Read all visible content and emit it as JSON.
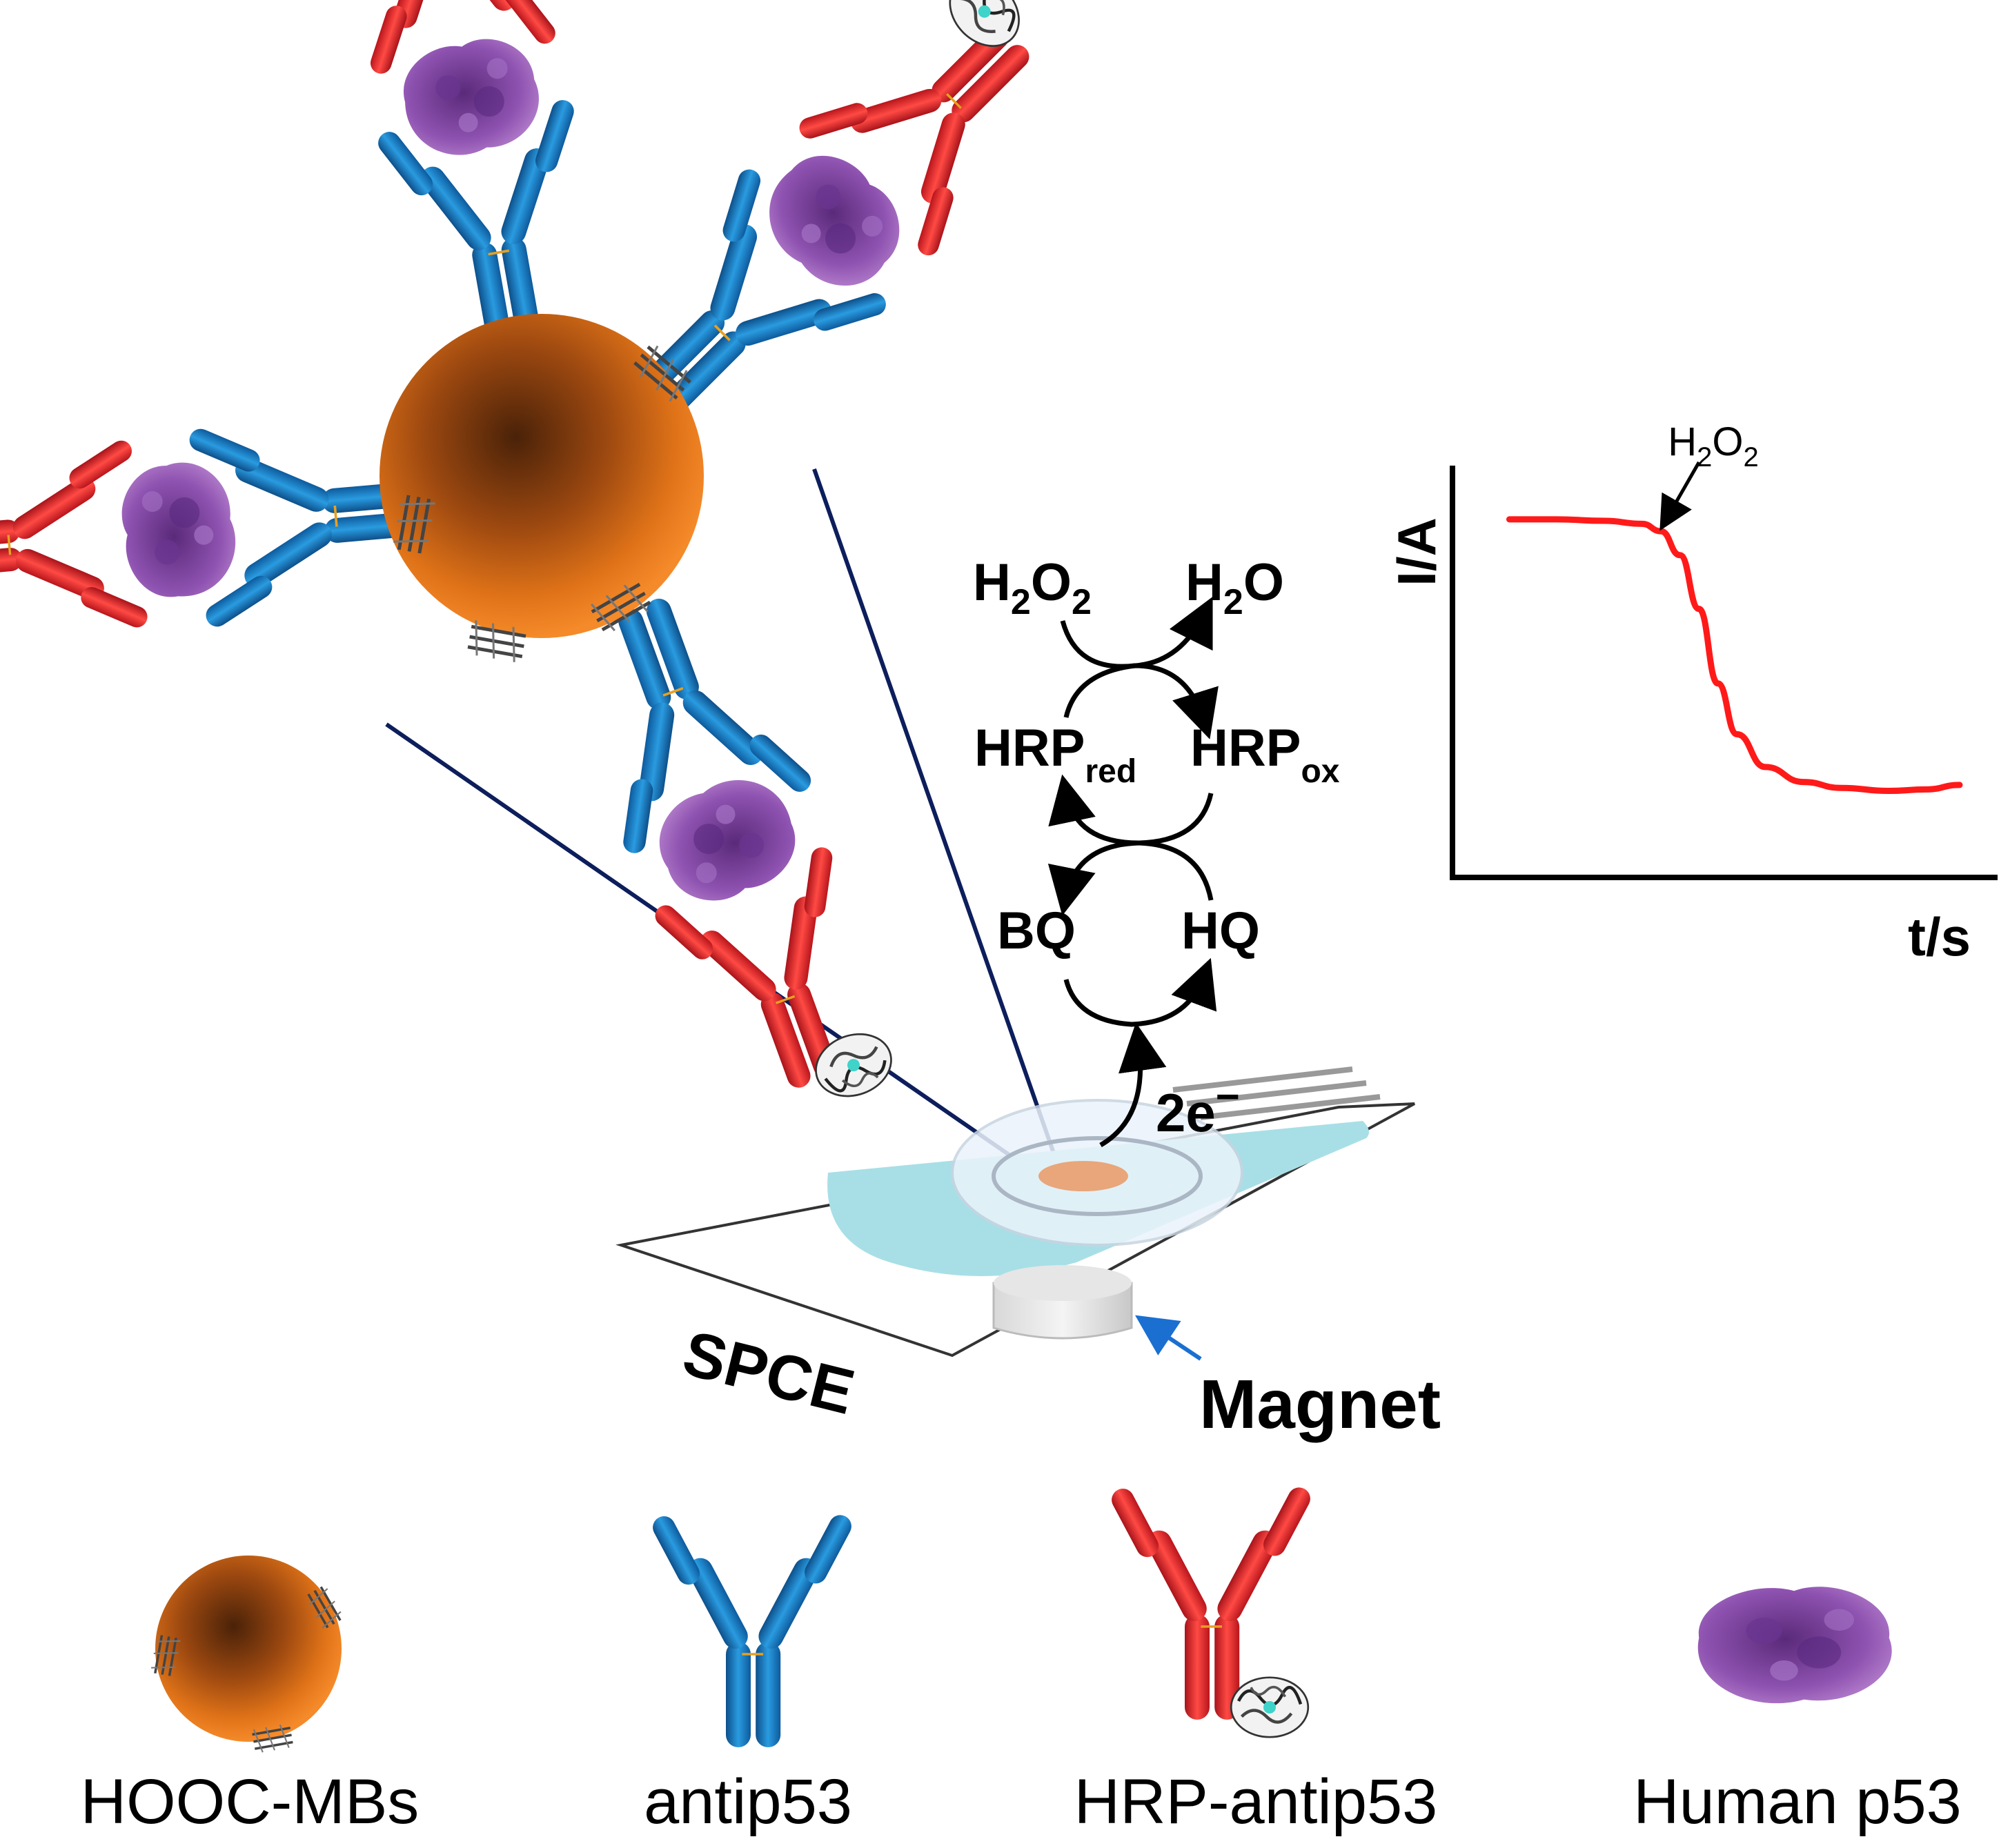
{
  "cycle": {
    "h2o2": [
      "H",
      "2",
      "O",
      "2"
    ],
    "h2o": [
      "H",
      "2",
      "O"
    ],
    "hrp_red": [
      "HRP",
      "red"
    ],
    "hrp_ox": [
      "HRP",
      "ox"
    ],
    "bq": "BQ",
    "hq": "HQ",
    "electrons": [
      "2e",
      "−"
    ]
  },
  "electrode": {
    "spce_label": "SPCE",
    "magnet_label": "Magnet"
  },
  "chart_data": {
    "type": "line",
    "ylabel": "I/A",
    "xlabel": "t/s",
    "annotation": [
      "H",
      "2",
      "O",
      "2"
    ],
    "grid": false,
    "series": [
      {
        "x": [
          0,
          10,
          20,
          28,
          32,
          36,
          40,
          44,
          48,
          54,
          62,
          70,
          80,
          88,
          95
        ],
        "y": [
          100,
          100,
          99.5,
          98.5,
          96,
          88,
          70,
          45,
          28,
          17,
          12,
          10,
          9,
          9.5,
          11
        ],
        "color": "#ff1a1a"
      }
    ],
    "xlim": [
      -12,
      103
    ],
    "ylim": [
      -20,
      118
    ]
  },
  "legend": {
    "items": [
      {
        "label": "HOOC-MBs"
      },
      {
        "label": "antip53"
      },
      {
        "label": "HRP-antip53"
      },
      {
        "label": "Human p53"
      }
    ]
  },
  "colors": {
    "capture_antibody": "#1a7fc9",
    "detection_antibody": "#e8262b",
    "p53_protein": "#8a4aa8",
    "bead": "#c46416",
    "electrode_fluid": "#a8dfe6",
    "zoom_lines": "#0d1e5c",
    "magnet_arrow": "#1a6fd1"
  }
}
